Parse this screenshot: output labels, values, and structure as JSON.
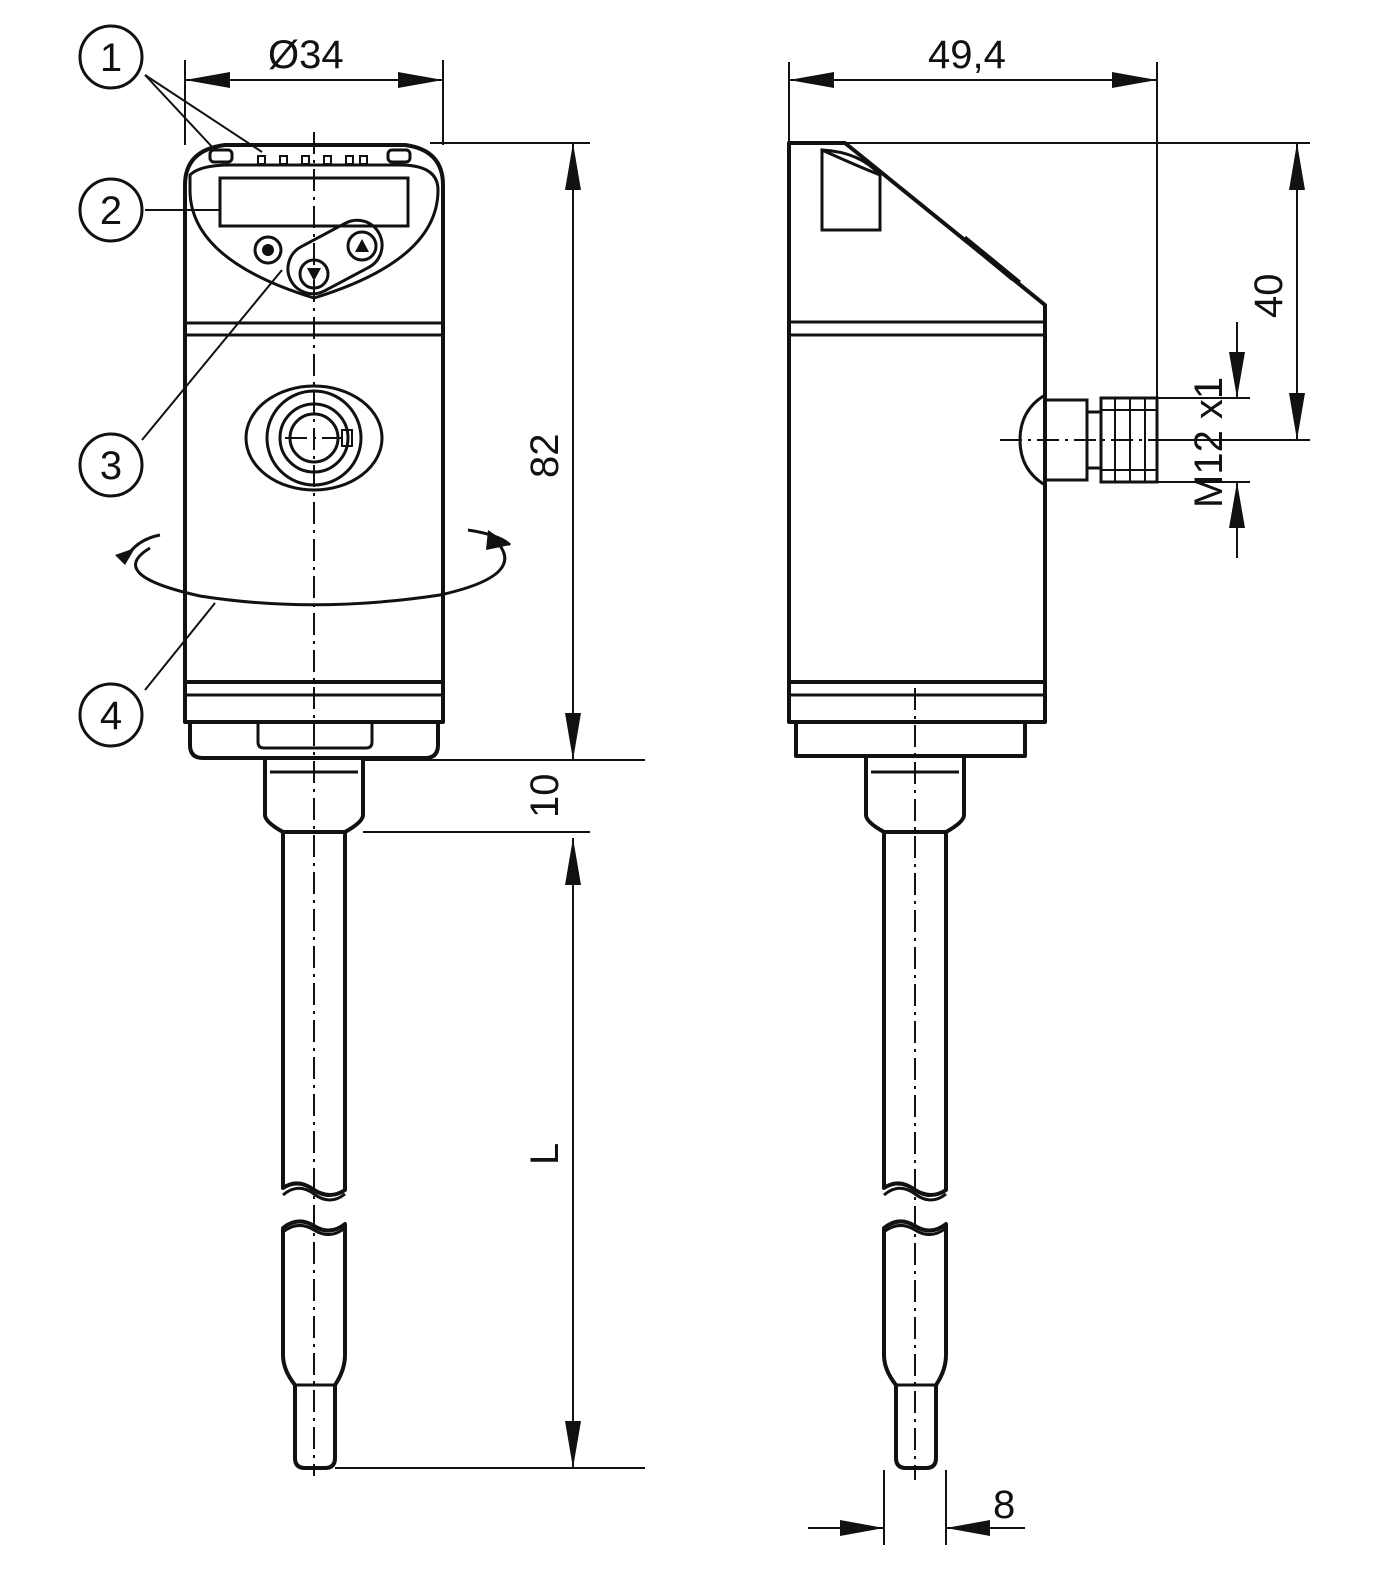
{
  "dimensions": {
    "front_width": "Ø34",
    "total_height": "82",
    "neck_height": "10",
    "probe_length": "L",
    "side_width": "49,4",
    "connector_height": "40",
    "thread": "M12 x1",
    "probe_diameter": "8"
  },
  "callouts": [
    "1",
    "2",
    "3",
    "4"
  ]
}
